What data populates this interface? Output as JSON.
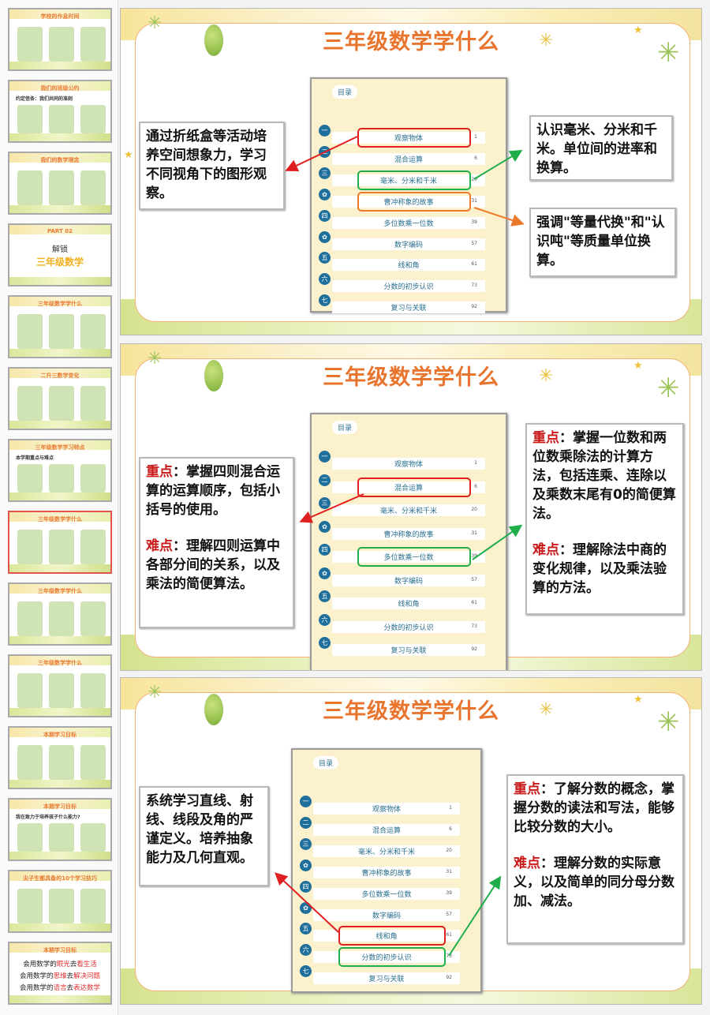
{
  "thumbnails": [
    {
      "title": "学校的作息时间"
    },
    {
      "title": "我们的班级公约",
      "subtitle": "约定信条：我们共同的准则"
    },
    {
      "title": "我们的数学理念"
    },
    {
      "title": "PART 02",
      "big": "解锁",
      "big2": "三年级数学"
    },
    {
      "title": "三年级数学学什么"
    },
    {
      "title": "二升三数学变化"
    },
    {
      "title": "三年级数学学习特点",
      "subtitle": "本学期重点与难点"
    },
    {
      "title": "三年级数学学什么"
    },
    {
      "title": "三年级数学学什么"
    },
    {
      "title": "三年级数学学什么"
    },
    {
      "title": "本期学习目标"
    },
    {
      "title": "本期学习目标",
      "subtitle": "我在致力于培养孩子什么能力?"
    },
    {
      "title": "尖子生都具备的10个学习技巧"
    },
    {
      "title": "本期学习目标",
      "lines": [
        [
          "会用数学的",
          "眼光",
          "去",
          "看生活"
        ],
        [
          "会用数学的",
          "思维",
          "去",
          "解决问题"
        ],
        [
          "会用数学的",
          "语言",
          "去",
          "表达数学"
        ]
      ]
    }
  ],
  "selected_thumbnail": 7,
  "toc": {
    "heading": "目录",
    "items": [
      {
        "marker": "一",
        "label": "观察物体",
        "page": "1"
      },
      {
        "marker": "二",
        "label": "混合运算",
        "page": "6"
      },
      {
        "marker": "三",
        "label": "毫米、分米和千米",
        "page": "20"
      },
      {
        "marker": "✿",
        "label": "曹冲称象的故事",
        "page": "31"
      },
      {
        "marker": "四",
        "label": "多位数乘一位数",
        "page": "39"
      },
      {
        "marker": "✿",
        "label": "数字编码",
        "page": "57"
      },
      {
        "marker": "五",
        "label": "线和角",
        "page": "61"
      },
      {
        "marker": "六",
        "label": "分数的初步认识",
        "page": "73"
      },
      {
        "marker": "七",
        "label": "复习与关联",
        "page": "92"
      }
    ]
  },
  "colors": {
    "red": "#e02020",
    "green": "#1fae4a",
    "orange": "#ec7a2c",
    "title": "#e8742e"
  },
  "slides": [
    {
      "title": "三年级数学学什么",
      "highlights": [
        {
          "row": 0,
          "color": "#e02020"
        },
        {
          "row": 2,
          "color": "#1fae4a"
        },
        {
          "row": 3,
          "color": "#ec7a2c"
        }
      ],
      "left_note": "通过折纸盒等活动培养空间想象力，学习不同视角下的图形观察。",
      "right_note_1": "认识毫米、分米和千米。单位间的进率和换算。",
      "right_note_2": "强调\"等量代换\"和\"认识吨\"等质量单位换算。"
    },
    {
      "title": "三年级数学学什么",
      "highlights": [
        {
          "row": 1,
          "color": "#e02020"
        },
        {
          "row": 4,
          "color": "#1fae4a"
        }
      ],
      "left": {
        "key_label": "重点",
        "key_text": "：掌握四则混合运算的运算顺序，包括小括号的使用。",
        "hard_label": "难点",
        "hard_text": "：理解四则运算中各部分间的关系，以及乘法的简便算法。"
      },
      "right": {
        "key_label": "重点",
        "key_text": "：掌握一位数和两位数乘除法的计算方法，包括连乘、连除以及乘数末尾有0的简便算法。",
        "hard_label": "难点",
        "hard_text": "：理解除法中商的变化规律，以及乘法验算的方法。"
      }
    },
    {
      "title": "三年级数学学什么",
      "highlights": [
        {
          "row": 6,
          "color": "#e02020"
        },
        {
          "row": 7,
          "color": "#1fae4a"
        }
      ],
      "left_note": "系统学习直线、射线、线段及角的严谨定义。培养抽象能力及几何直观。",
      "right": {
        "key_label": "重点",
        "key_text": "：了解分数的概念，掌握分数的读法和写法，能够比较分数的大小。",
        "hard_label": "难点",
        "hard_text": "：理解分数的实际意义，以及简单的同分母分数加、减法。"
      }
    }
  ]
}
